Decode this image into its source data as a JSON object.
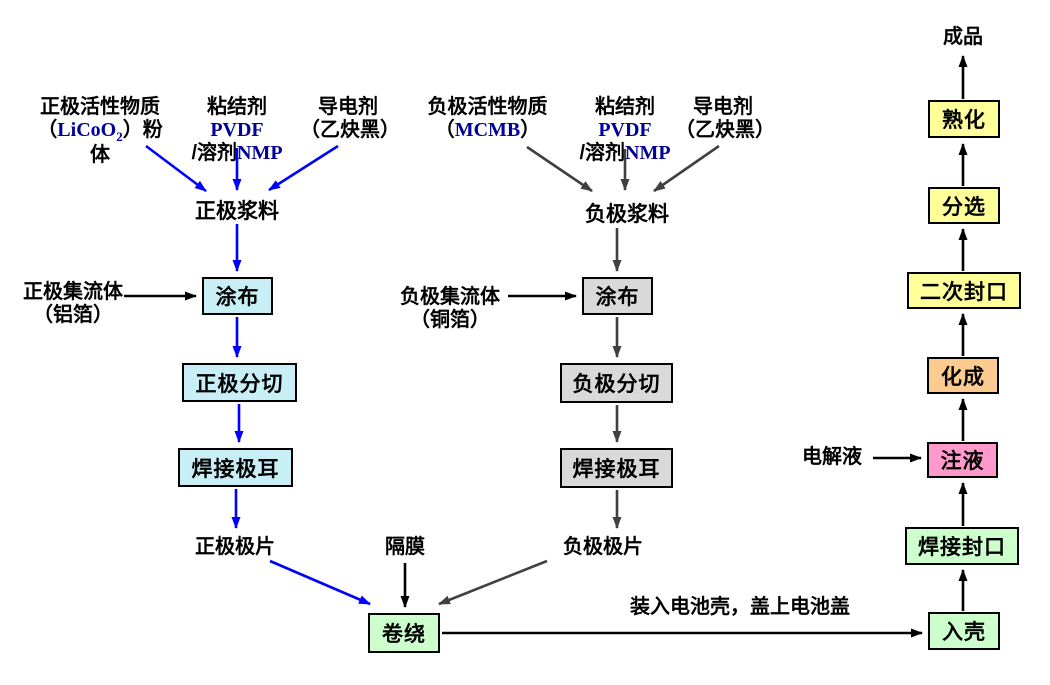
{
  "colors": {
    "cyan_box": "#C8EFF5",
    "gray_box": "#D9D9D9",
    "green_box": "#CCFFCC",
    "yellow_box": "#FFFF99",
    "orange_box": "#FBCB90",
    "pink_box": "#FF99CC",
    "blue_arrow": "#0000FF",
    "gray_arrow": "#404040",
    "black_arrow": "#000000",
    "formula_text": "#000099"
  },
  "labels": {
    "pos_active_l1": "正极活性物质",
    "pos_active_l2_open": "（",
    "pos_active_formula": "LiCoO",
    "pos_active_sub": "2",
    "pos_active_l2_close": "）粉",
    "pos_active_l3": "体",
    "binder_l1": "粘结剂",
    "binder_l2": "PVDF",
    "binder_l3a": "/溶剂",
    "binder_l3b": "NMP",
    "conductive_l1": "导电剂",
    "conductive_l2": "（乙炔黑）",
    "pos_slurry": "正极浆料",
    "pos_collector_l1": "正极集流体",
    "pos_collector_l2": "（铝箔）",
    "pos_sheet": "正极极片",
    "neg_active_l1": "负极活性物质",
    "neg_active_open": "（",
    "neg_active_formula": "MCMB",
    "neg_active_close": "）",
    "neg_slurry": "负极浆料",
    "neg_collector_l1": "负极集流体",
    "neg_collector_l2": "（铜箔）",
    "neg_sheet": "负极极片",
    "separator": "隔膜",
    "case_instruction": "装入电池壳，盖上电池盖",
    "electrolyte": "电解液",
    "final_product": "成品"
  },
  "boxes": {
    "coat_pos": "涂布",
    "slit_pos": "正极分切",
    "weld_tab_pos": "焊接极耳",
    "coat_neg": "涂布",
    "slit_neg": "负极分切",
    "weld_tab_neg": "焊接极耳",
    "winding": "卷绕",
    "into_case": "入壳",
    "weld_seal": "焊接封口",
    "inject": "注液",
    "formation": "化成",
    "second_seal": "二次封口",
    "sorting": "分选",
    "aging": "熟化"
  }
}
